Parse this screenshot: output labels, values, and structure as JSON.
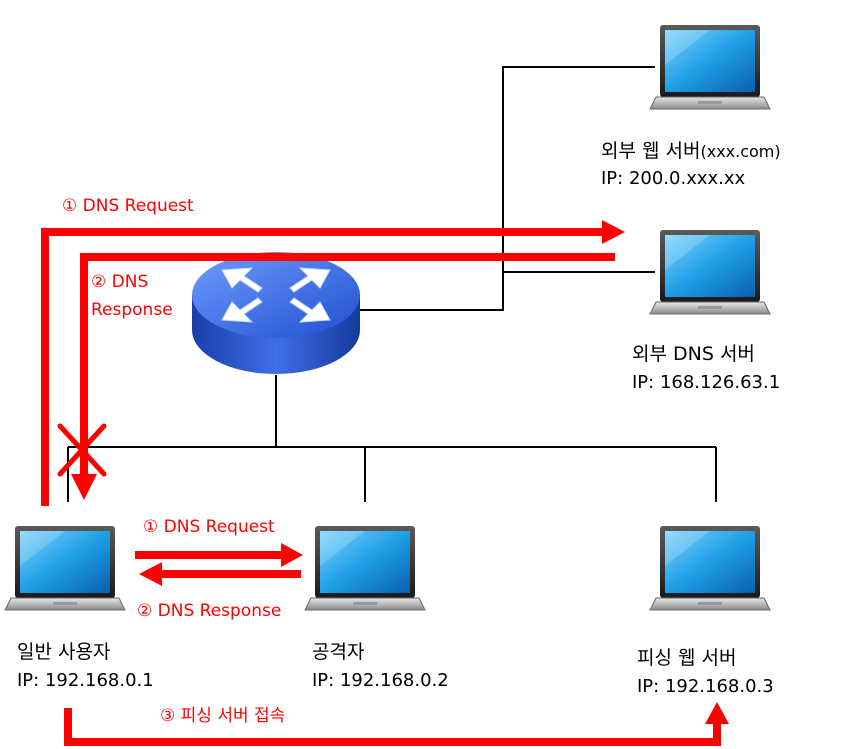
{
  "nodes": {
    "external_web_server": {
      "name": "외부 웹 서버",
      "domain": "(xxx.com)",
      "ip": "IP:  200.0.xxx.xx"
    },
    "external_dns_server": {
      "name": "외부 DNS 서버",
      "ip": "IP:  168.126.63.1"
    },
    "user": {
      "name": "일반 사용자",
      "ip": "IP:  192.168.0.1"
    },
    "attacker": {
      "name": "공격자",
      "ip": "IP:  192.168.0.2"
    },
    "phishing_server": {
      "name": "피싱 웹 서버",
      "ip": "IP:  192.168.0.3"
    }
  },
  "flows": {
    "dns_request_outer": "① DNS Request",
    "dns_response_outer_1": "② DNS",
    "dns_response_outer_2": "Response",
    "dns_request_inner": "① DNS Request",
    "dns_response_inner": "② DNS Response",
    "phishing_access": "③ 피싱 서버 접속"
  },
  "colors": {
    "flow": "#ff0000",
    "line": "#000000",
    "router": "#2a5fd6",
    "screen": "#1e9fe6"
  }
}
